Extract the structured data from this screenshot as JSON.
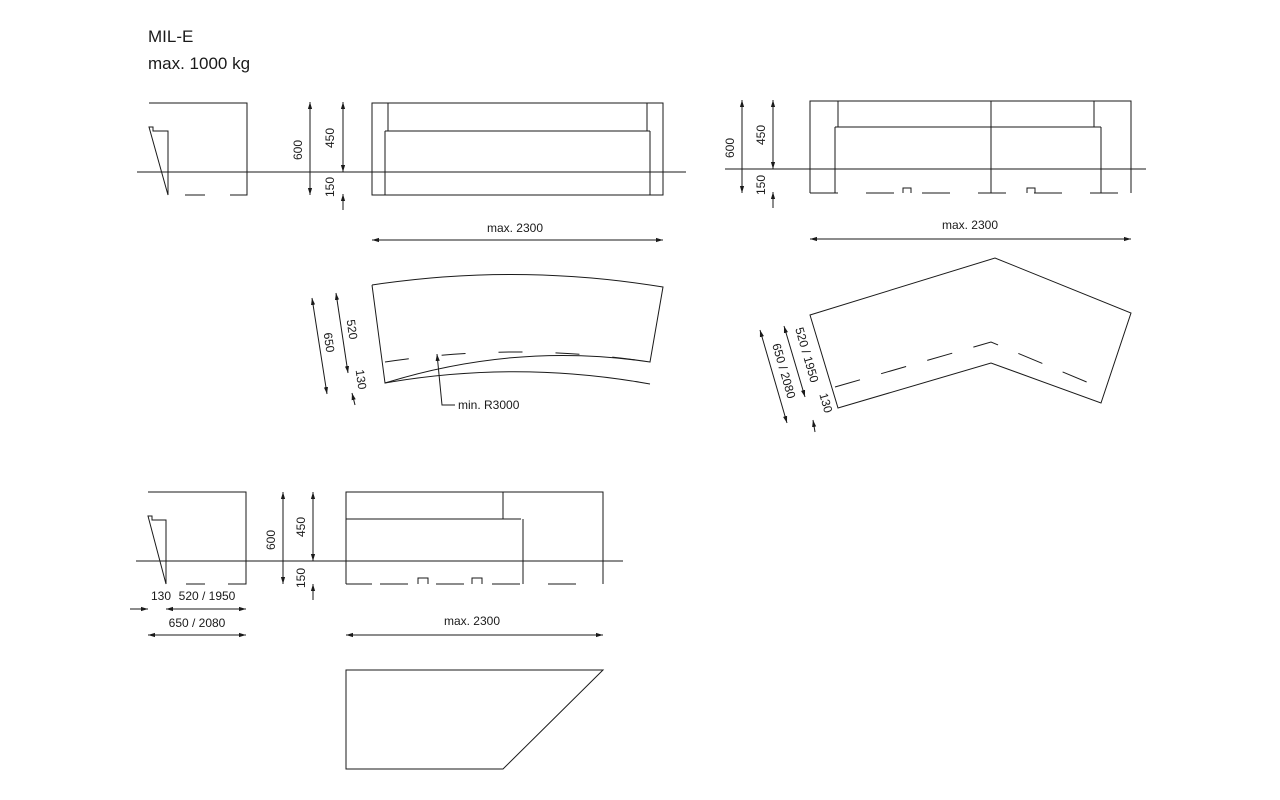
{
  "header": {
    "title": "MIL-E",
    "load": "max. 1000 kg"
  },
  "dimensions": {
    "h_total": "600",
    "h_top": "450",
    "h_bottom": "150",
    "max_length": "max. 2300",
    "depth_total": "650",
    "depth_top": "520",
    "depth_foot": "130",
    "radius": "min. R3000",
    "depth_total_alt": "650 / 2080",
    "depth_top_alt": "520 / 1950"
  }
}
